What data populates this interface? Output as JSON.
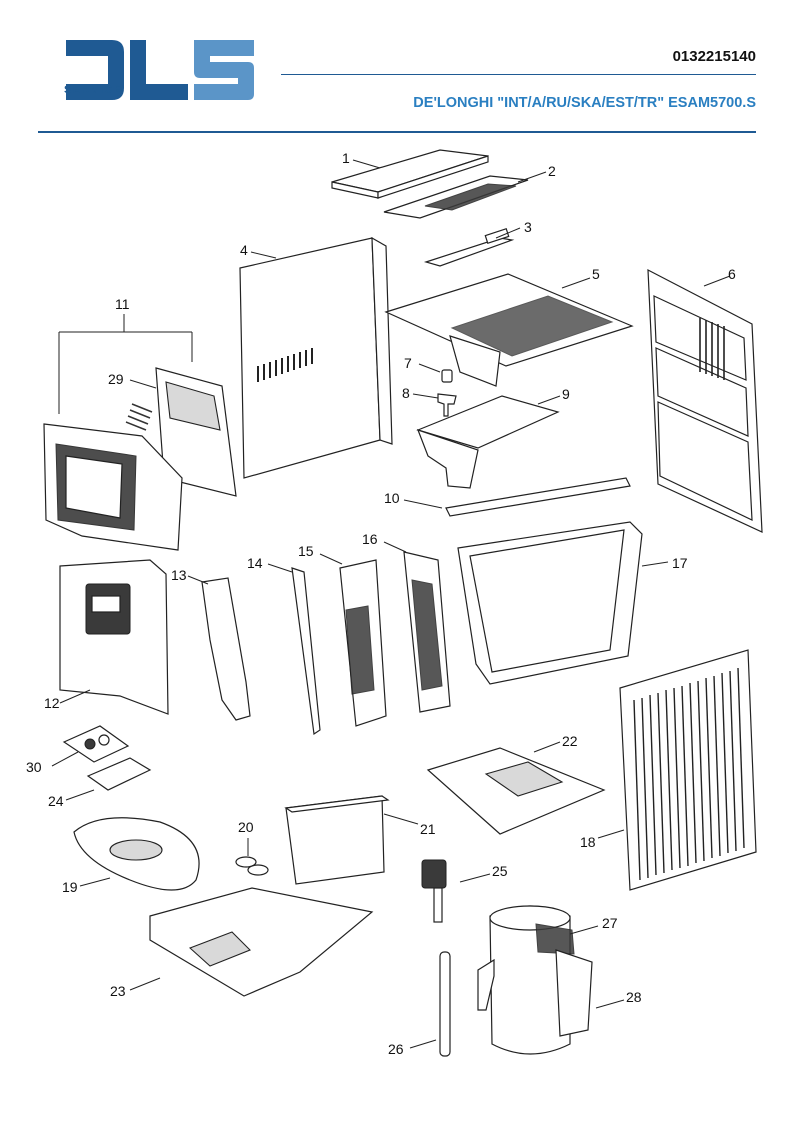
{
  "header": {
    "logo_text": "SERVICE",
    "doc_number": "0132215140",
    "model_title": "DE'LONGHI \"INT/A/RU/SKA/EST/TR\" ESAM5700.S"
  },
  "colors": {
    "brand_dark": "#1f5a93",
    "brand_light": "#2a7fc1",
    "logo_mid": "#5b95c8"
  },
  "part_labels": [
    "1",
    "2",
    "3",
    "4",
    "5",
    "6",
    "7",
    "8",
    "9",
    "10",
    "11",
    "12",
    "13",
    "14",
    "15",
    "16",
    "17",
    "18",
    "19",
    "20",
    "21",
    "22",
    "23",
    "24",
    "25",
    "26",
    "27",
    "28",
    "29",
    "30"
  ]
}
